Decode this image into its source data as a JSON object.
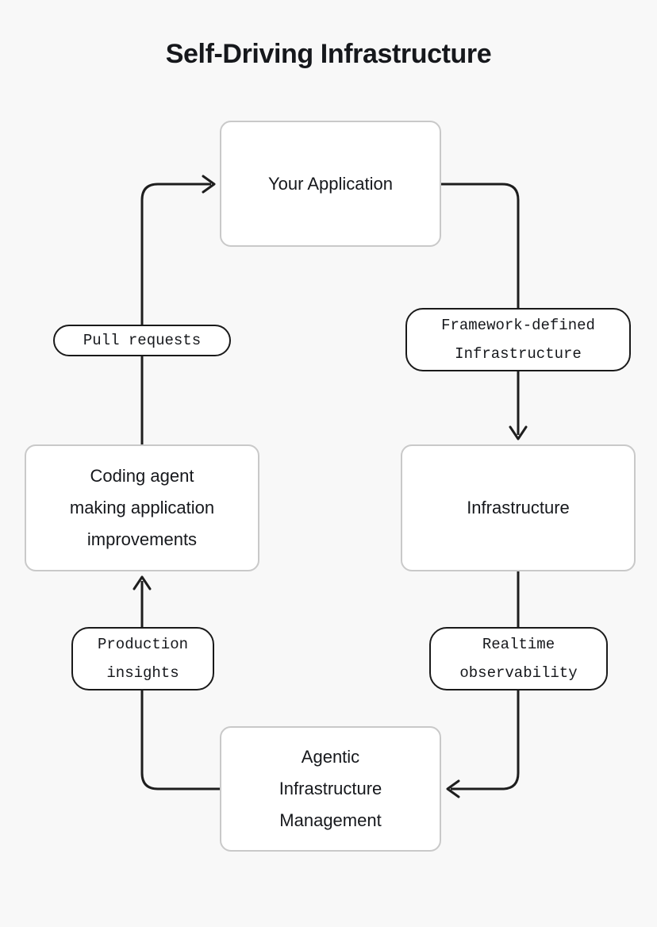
{
  "page": {
    "title": "Self-Driving Infrastructure",
    "background_color": "#f8f8f8",
    "text_color": "#16181c",
    "node_fill": "#ffffff",
    "node_border_color": "#c9c9c9",
    "edge_color": "#1e1e1e",
    "label_border_color": "#1a1a1a"
  },
  "diagram": {
    "type": "flowchart",
    "orientation": "cycle",
    "nodes": [
      {
        "id": "app",
        "label": "Your Application"
      },
      {
        "id": "agent",
        "label": "Coding agent\nmaking application\nimprovements"
      },
      {
        "id": "infra",
        "label": "Infrastructure"
      },
      {
        "id": "aim",
        "label": "Agentic\nInfrastructure\nManagement"
      }
    ],
    "edges": [
      {
        "id": "e1",
        "from": "app",
        "to": "infra",
        "label": "Framework-defined\nInfrastructure"
      },
      {
        "id": "e2",
        "from": "infra",
        "to": "aim",
        "label": "Realtime\nobservability"
      },
      {
        "id": "e3",
        "from": "aim",
        "to": "agent",
        "label": "Production\ninsights"
      },
      {
        "id": "e4",
        "from": "agent",
        "to": "app",
        "label": "Pull requests"
      }
    ]
  }
}
